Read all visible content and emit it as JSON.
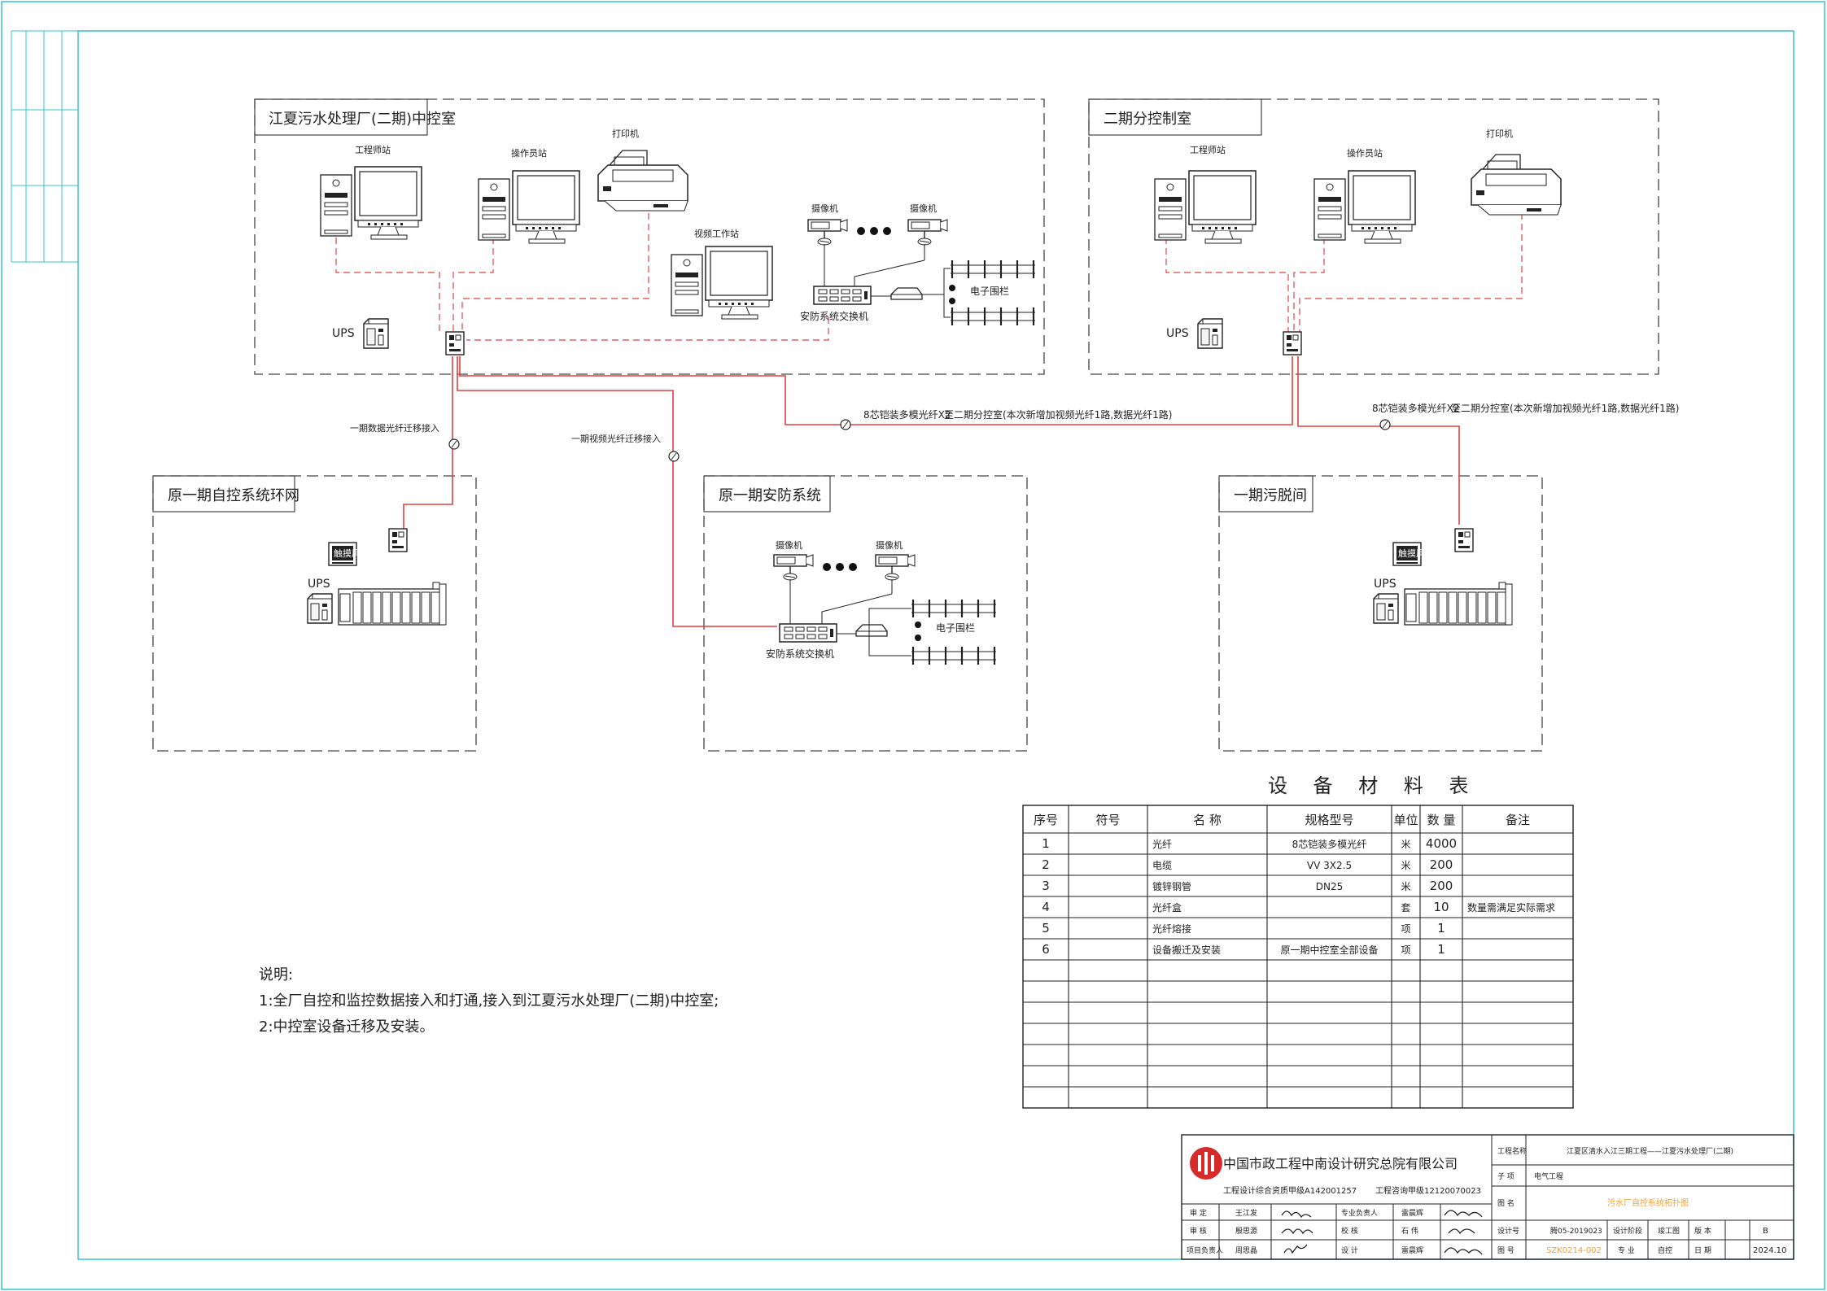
{
  "areas": {
    "main_control_room": "江夏污水处理厂(二期)中控室",
    "phase2_control_room": "二期分控制室",
    "phase1_autocontrol": "原一期自控系统环网",
    "phase1_security": "原一期安防系统",
    "phase1_dewatering": "一期污脱间"
  },
  "devices": {
    "engineer_station": "工程师站",
    "operator_station": "操作员站",
    "printer": "打印机",
    "video_workstation": "视频工作站",
    "camera": "摄像机",
    "security_switch": "安防系统交换机",
    "electronic_fence": "电子围栏",
    "ups": "UPS",
    "touchscreen": "触摸屏"
  },
  "links": {
    "data_fiber_migration": "一期数据光纤迁移接入",
    "video_fiber_migration": "一期视频光纤迁移接入",
    "fiber_to_phase2_a": "8芯铠装多模光纤X2",
    "fiber_to_phase2_a_note": "至二期分控室(本次新增加视频光纤1路,数据光纤1路)",
    "fiber_to_phase2_b": "8芯铠装多模光纤X2",
    "fiber_to_phase2_b_note": "至二期分控室(本次新增加视频光纤1路,数据光纤1路)"
  },
  "notes": {
    "title": "说明:",
    "items": [
      "1:全厂自控和监控数据接入和打通,接入到江夏污水处理厂(二期)中控室;",
      "2:中控室设备迁移及安装。"
    ]
  },
  "material_table": {
    "title": "设 备 材 料 表",
    "headers": [
      "序号",
      "符号",
      "名 称",
      "规格型号",
      "单位",
      "数 量",
      "备注"
    ],
    "rows": [
      [
        "1",
        "",
        "光纤",
        "8芯铠装多模光纤",
        "米",
        "4000",
        ""
      ],
      [
        "2",
        "",
        "电缆",
        "VV 3X2.5",
        "米",
        "200",
        ""
      ],
      [
        "3",
        "",
        "镀锌钢管",
        "DN25",
        "米",
        "200",
        ""
      ],
      [
        "4",
        "",
        "光纤盒",
        "",
        "套",
        "10",
        "数量需满足实际需求"
      ],
      [
        "5",
        "",
        "光纤熔接",
        "",
        "项",
        "1",
        ""
      ],
      [
        "6",
        "",
        "设备搬迁及安装",
        "原一期中控室全部设备",
        "项",
        "1",
        ""
      ]
    ],
    "empty_rows": 7
  },
  "title_block": {
    "company": "中国市政工程中南设计研究总院有限公司",
    "cert_design": "工程设计综合资质甲级A142001257",
    "cert_consult": "工程咨询甲级12120070023",
    "project_name_label": "工程名称",
    "project_name": "江夏区清水入江三期工程——江夏污水处理厂(二期)",
    "subitem_label": "子 项",
    "subitem": "电气工程",
    "drawing_name_label": "图 名",
    "drawing_name": "污水厂自控系统拓扑图",
    "roles": [
      [
        "审 定",
        "王江发",
        "专业负责人",
        "雷晨辉"
      ],
      [
        "审 核",
        "殷思源",
        "校 核",
        "石 伟"
      ],
      [
        "项目负责人",
        "周思晶",
        "设 计",
        "雷晨辉"
      ]
    ],
    "design_no_label": "设计号",
    "design_no": "腾05-2019023",
    "stage_label": "设计阶段",
    "stage": "竣工图",
    "version_label": "版 本",
    "version": "B",
    "drawing_no_label": "图 号",
    "drawing_no": "SZK0214-002",
    "discipline_label": "专 业",
    "discipline": "自控",
    "date_label": "日 期",
    "date": "2024.10"
  },
  "colors": {
    "frame": "#35c4d0",
    "fiber": "#e04040",
    "highlight": "#f0a030"
  }
}
